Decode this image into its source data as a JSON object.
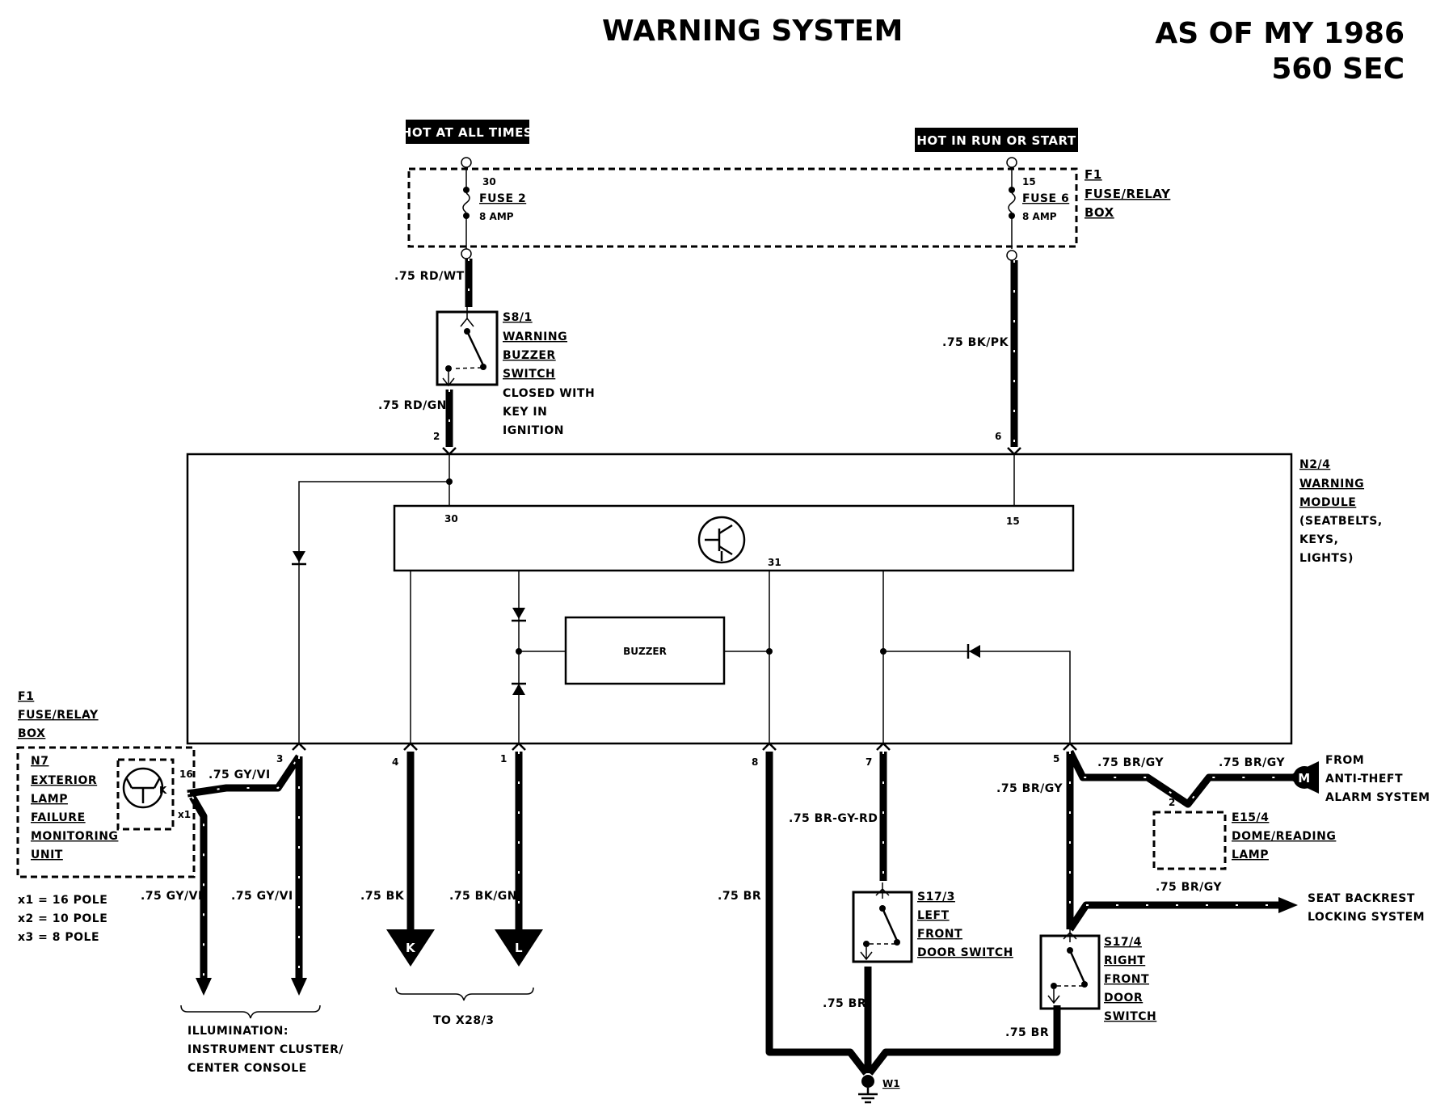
{
  "title": "WARNING SYSTEM",
  "model_year": "AS OF MY 1986",
  "model": "560 SEC",
  "power": {
    "hot_all_times": "HOT AT ALL TIMES",
    "hot_run_start": "HOT IN RUN OR START"
  },
  "fuse_box": {
    "id": "F1",
    "name1": "FUSE/RELAY",
    "name2": "BOX",
    "fuse2": {
      "terminal": "30",
      "name": "FUSE 2",
      "rating": "8 AMP"
    },
    "fuse6": {
      "terminal": "15",
      "name": "FUSE 6",
      "rating": "8 AMP"
    }
  },
  "buzzer_switch": {
    "id": "S8/1",
    "l1": "WARNING",
    "l2": "BUZZER",
    "l3": "SWITCH",
    "n1": "CLOSED WITH",
    "n2": "KEY IN",
    "n3": "IGNITION"
  },
  "module": {
    "id": "N2/4",
    "l1": "WARNING",
    "l2": "MODULE",
    "l3": "(SEATBELTS,",
    "l4": "KEYS,",
    "l5": "LIGHTS)",
    "buzzer": "BUZZER",
    "t30": "30",
    "t15": "15",
    "t31": "31"
  },
  "pins": {
    "p1": "1",
    "p2": "2",
    "p3": "3",
    "p4": "4",
    "p5": "5",
    "p6": "6",
    "p7": "7",
    "p8": "8"
  },
  "wires": {
    "rd_wt": ".75 RD/WT",
    "rd_gn": ".75 RD/GN",
    "bk_pk": ".75 BK/PK",
    "gy_vi": ".75 GY/VI",
    "bk": ".75 BK",
    "bk_gn": ".75 BK/GN",
    "br": ".75 BR",
    "br_gy_rd": ".75 BR-GY-RD",
    "br_gy": ".75 BR/GY"
  },
  "left_fuse_box": {
    "id": "F1",
    "name1": "FUSE/RELAY",
    "name2": "BOX"
  },
  "lamp_monitor": {
    "id": "N7",
    "l1": "EXTERIOR",
    "l2": "LAMP",
    "l3": "FAILURE",
    "l4": "MONITORING",
    "l5": "UNIT",
    "pin16": "16",
    "x1": "x1",
    "k": "K"
  },
  "legend": {
    "x1": "x1 = 16 POLE",
    "x2": "x2 = 10 POLE",
    "x3": "x3 =   8 POLE"
  },
  "illumination": {
    "l1": "ILLUMINATION:",
    "l2": "INSTRUMENT CLUSTER/",
    "l3": "CENTER CONSOLE"
  },
  "connectors": {
    "k": "K",
    "l": "L",
    "m": "M",
    "to_x28": "TO X28/3"
  },
  "left_door": {
    "id": "S17/3",
    "l1": "LEFT",
    "l2": "FRONT",
    "l3": "DOOR SWITCH"
  },
  "right_door": {
    "id": "S17/4",
    "l1": "RIGHT",
    "l2": "FRONT",
    "l3": "DOOR",
    "l4": "SWITCH"
  },
  "dome_lamp": {
    "pin": "2",
    "id": "E15/4",
    "l1": "DOME/READING",
    "l2": "LAMP"
  },
  "anti_theft": {
    "l1": "FROM",
    "l2": "ANTI-THEFT",
    "l3": "ALARM SYSTEM"
  },
  "seat_backrest": {
    "l1": "SEAT BACKREST",
    "l2": "LOCKING SYSTEM"
  },
  "ground": {
    "id": "W1"
  }
}
